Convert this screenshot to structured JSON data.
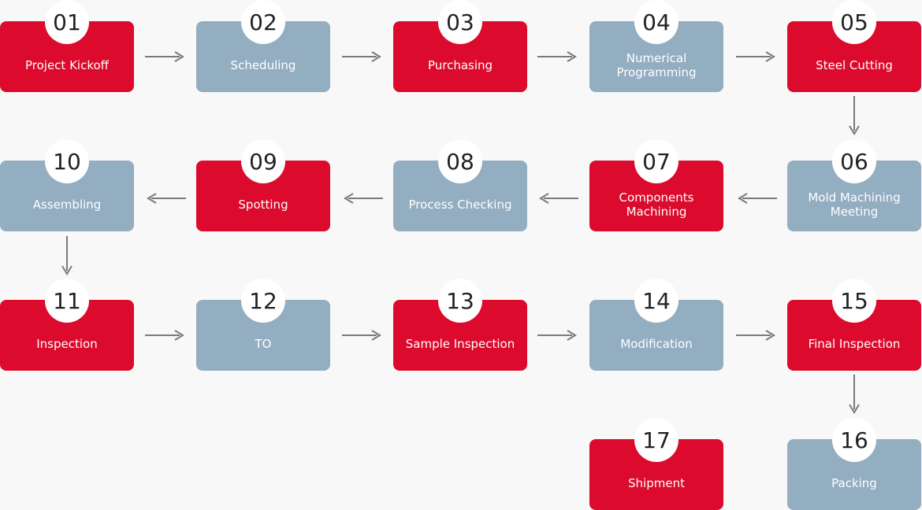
{
  "colors": {
    "red": "#dc0a2d",
    "blue": "#93adc1",
    "arrow": "#7a7a7a",
    "badge": "#ffffff"
  },
  "steps": [
    {
      "number": "01",
      "label": "Project Kickoff",
      "color": "red"
    },
    {
      "number": "02",
      "label": "Scheduling",
      "color": "blue"
    },
    {
      "number": "03",
      "label": "Purchasing",
      "color": "red"
    },
    {
      "number": "04",
      "label": "Numerical\nProgramming",
      "color": "blue"
    },
    {
      "number": "05",
      "label": "Steel Cutting",
      "color": "red"
    },
    {
      "number": "06",
      "label": "Mold Machining\nMeeting",
      "color": "blue"
    },
    {
      "number": "07",
      "label": "Components\nMachining",
      "color": "red"
    },
    {
      "number": "08",
      "label": "Process Checking",
      "color": "blue"
    },
    {
      "number": "09",
      "label": "Spotting",
      "color": "red"
    },
    {
      "number": "10",
      "label": "Assembling",
      "color": "blue"
    },
    {
      "number": "11",
      "label": "Inspection",
      "color": "red"
    },
    {
      "number": "12",
      "label": "TO",
      "color": "blue"
    },
    {
      "number": "13",
      "label": "Sample Inspection",
      "color": "red"
    },
    {
      "number": "14",
      "label": "Modification",
      "color": "blue"
    },
    {
      "number": "15",
      "label": "Final Inspection",
      "color": "red"
    },
    {
      "number": "16",
      "label": "Packing",
      "color": "blue"
    },
    {
      "number": "17",
      "label": "Shipment",
      "color": "red"
    }
  ]
}
